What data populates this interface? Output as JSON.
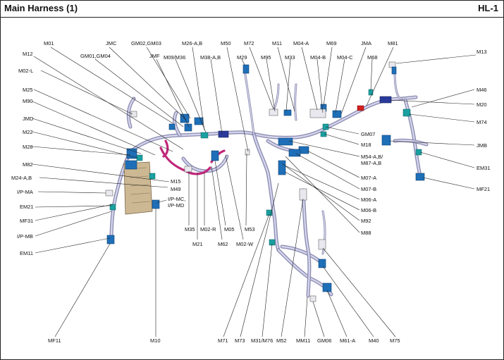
{
  "header": {
    "title": "Main Harness (1)",
    "code": "HL-1"
  },
  "labels": {
    "M01": "M01",
    "JMC": "JMC",
    "GM02_GM03": "GM02,GM03",
    "M26AB": "M26-A,B",
    "M50": "M50",
    "M72": "M72",
    "M11": "M11",
    "M04A": "M04-A",
    "M69": "M69",
    "JMA": "JMA",
    "M81": "M81",
    "M13": "M13",
    "M12": "M12",
    "GM01_GM04": "GM01,GM04",
    "JMF": "JMF",
    "M09_M36": "M09/M36",
    "M38AB": "M38-A,B",
    "M29": "M29",
    "M95": "M95",
    "M33": "M33",
    "M04B": "M04-B",
    "M04C": "M04-C",
    "M68": "M68",
    "M02L": "M02-L",
    "M46": "M46",
    "M25": "M25",
    "M20": "M20",
    "M90": "M90",
    "M74": "M74",
    "JMD": "JMD",
    "GM07": "GM07",
    "M22": "M22",
    "M18": "M18",
    "JMB": "JMB",
    "M28": "M28",
    "M54_M87": "M54-A,B/",
    "M54_M87b": "M87-A,B",
    "EM31": "EM31",
    "M82": "M82",
    "M07A": "M07-A",
    "M15": "M15",
    "M24AB": "M24-A,B",
    "MF21": "MF21",
    "M49": "M49",
    "M07B": "M07-B",
    "IPMA": "I/P-MA",
    "M06A": "M06-A",
    "IPMC": "I/P-MC,",
    "IPMD": "I/P-MD",
    "EM21": "EM21",
    "M06B": "M06-B",
    "MF31": "MF31",
    "M92": "M92",
    "IPMB": "I/P-MB",
    "M35": "M35",
    "M02R": "M02-R",
    "M05": "M05",
    "M53": "M53",
    "M88": "M88",
    "EM11": "EM11",
    "M21": "M21",
    "M62": "M62",
    "M02W": "M02-W",
    "MF11": "MF11",
    "M10": "M10",
    "M71": "M71",
    "M73": "M73",
    "M31_M76": "M31/M76",
    "M52": "M52",
    "MM11": "MM11",
    "GM06": "GM06",
    "M61A": "M61-A",
    "M40": "M40",
    "M75": "M75"
  },
  "colors": {
    "harness": "#8a8ab0",
    "connector_blue": "#1e6fb8",
    "connector_teal": "#1aa0a0",
    "connector_navy": "#2a3a9a",
    "wire_pink": "#c0287a",
    "junction_box": "#cdb894",
    "accent_red": "#d42020"
  }
}
